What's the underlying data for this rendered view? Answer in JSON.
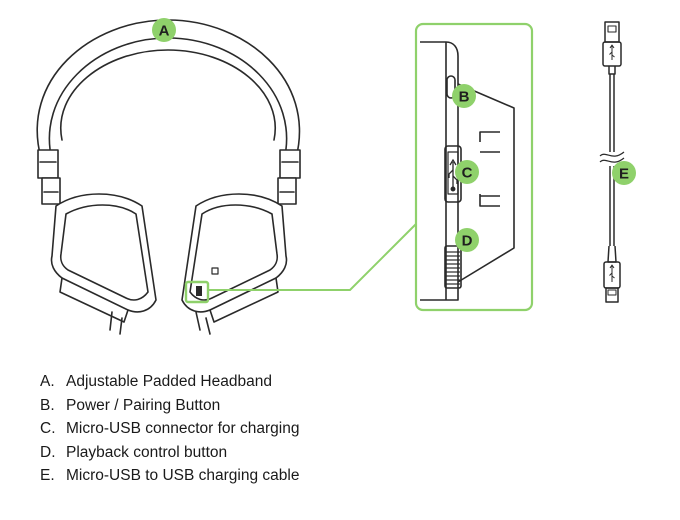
{
  "colors": {
    "accent_green": "#8fd16b",
    "accent_green_light": "#b7e39a",
    "line_dark": "#2a2a2a",
    "pad_fill": "#ffffff"
  },
  "callouts": {
    "a": "A",
    "b": "B",
    "c": "C",
    "d": "D",
    "e": "E"
  },
  "legend": {
    "items": [
      {
        "letter": "A.",
        "text": "Adjustable Padded Headband"
      },
      {
        "letter": "B.",
        "text": "Power / Pairing Button"
      },
      {
        "letter": "C.",
        "text": "Micro-USB connector for charging"
      },
      {
        "letter": "D.",
        "text": "Playback control button"
      },
      {
        "letter": "E.",
        "text": "Micro-USB to USB charging cable"
      }
    ]
  },
  "icons": {
    "usb_symbol": "usb-icon"
  }
}
